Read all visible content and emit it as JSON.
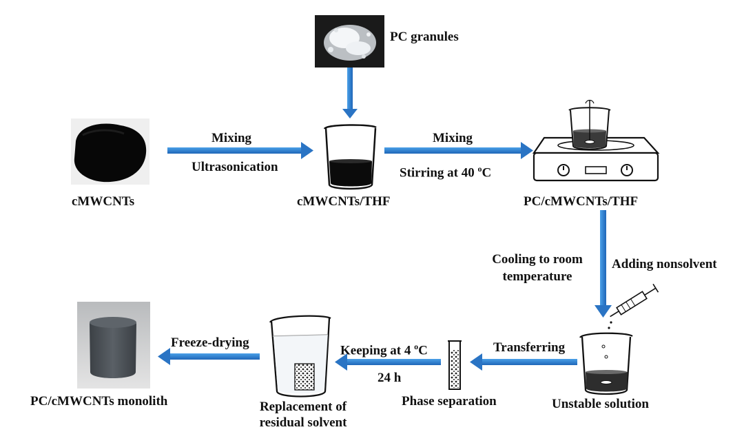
{
  "colors": {
    "arrow": "#2f7fd0",
    "arrow_dark": "#1f5fa8",
    "ink": "#111111",
    "cnt": "#0b0b0b",
    "monolith": "#4a4f55"
  },
  "labels": {
    "pc_granules": "PC granules",
    "cmwcnts": "cMWCNTs",
    "cmwcnts_thf": "cMWCNTs/THF",
    "pc_cmwcnts_thf": "PC/cMWCNTs/THF",
    "mixing1": "Mixing",
    "ultrasonication": "Ultrasonication",
    "mixing2": "Mixing",
    "stirring_prefix": "Stirring at 40 ",
    "stirring_sup": "o",
    "stirring_suffix": "C",
    "cooling1": "Cooling to room",
    "cooling2": "temperature",
    "adding": "Adding nonsolvent",
    "transferring": "Transferring",
    "keeping_prefix": "Keeping at 4 ",
    "keeping_sup": "o",
    "keeping_suffix": "C",
    "hours": "24 h",
    "freeze": "Freeze-drying",
    "unstable": "Unstable solution",
    "phase": "Phase separation",
    "replacement1": "Replacement of",
    "replacement2": "residual solvent",
    "monolith": "PC/cMWCNTs monolith"
  }
}
